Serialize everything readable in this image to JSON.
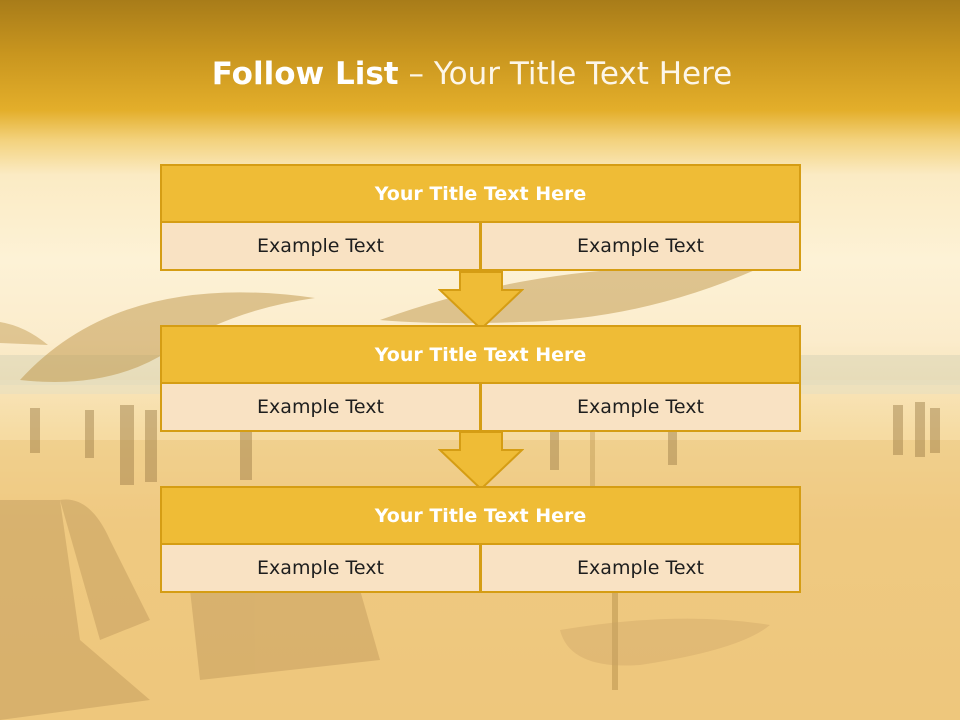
{
  "slide": {
    "title_bold": "Follow List",
    "title_rest": "– Your Title Text Here"
  },
  "steps": [
    {
      "title": "Your Title Text Here",
      "left": "Example Text",
      "right": "Example Text"
    },
    {
      "title": "Your Title Text Here",
      "left": "Example Text",
      "right": "Example Text"
    },
    {
      "title": "Your Title Text Here",
      "left": "Example Text",
      "right": "Example Text"
    }
  ],
  "colors": {
    "header_band": "#c9961f",
    "block_header": "#efbc36",
    "block_border": "#d59d14",
    "block_cell": "#f9e2c3"
  }
}
